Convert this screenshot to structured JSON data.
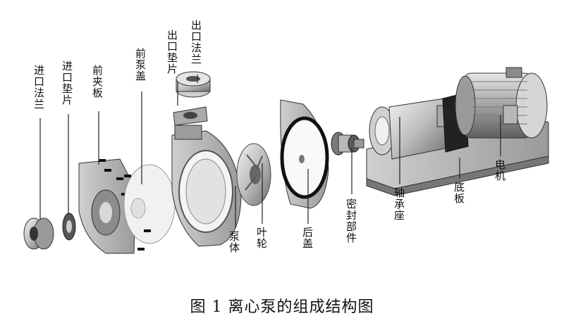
{
  "caption": "图 1  离心泵的组成结构图",
  "labels": {
    "inlet_flange": "进口法兰",
    "inlet_gasket": "进口垫片",
    "front_clamp_plate": "前夹板",
    "front_pump_cover": "前泵盖",
    "outlet_gasket": "出口垫片",
    "outlet_flange": "出口法兰",
    "pump_body": "泵体",
    "impeller": "叶轮",
    "rear_cover": "后盖",
    "seal_parts": "密封部件",
    "bearing_seat": "轴承座",
    "base_plate": "底板",
    "motor": "电机"
  },
  "colors": {
    "line": "#222222",
    "metal_light": "#d9d9d9",
    "metal_mid": "#a8a8a8",
    "metal_dark": "#5a5a5a"
  }
}
